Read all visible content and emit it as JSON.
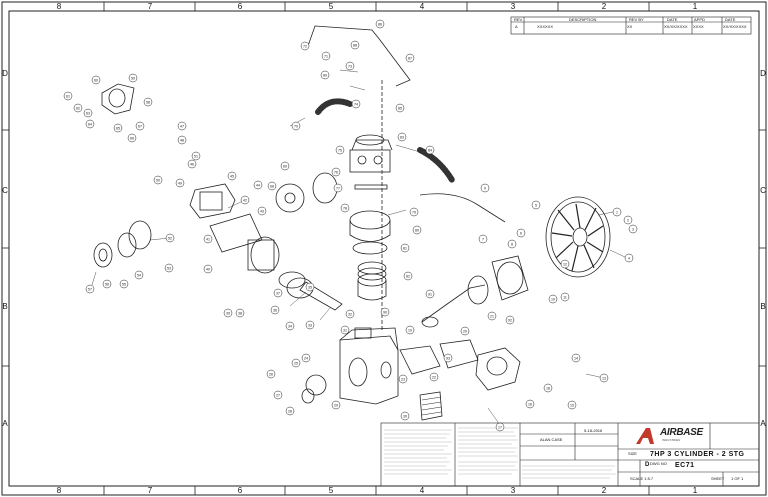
{
  "zones": {
    "columns": [
      "8",
      "7",
      "6",
      "5",
      "4",
      "3",
      "2",
      "1"
    ],
    "rows": [
      "D",
      "C",
      "B",
      "A"
    ]
  },
  "revision_table": {
    "headers": [
      "REV",
      "DESCRIPTION",
      "REV BY",
      "DATE",
      "APPD",
      "DATE"
    ],
    "row": [
      "A",
      "XXXXXX",
      "XX",
      "XX/XX/XXXX",
      "XXXX",
      "XX/XX/XXXX"
    ]
  },
  "title_block": {
    "company": "AIRBASE",
    "company_sub": "INDUSTRIES",
    "title": "7HP 3 CYLINDER - 2 STG",
    "dwg_no": "EC71",
    "size": "D",
    "sheet": "1 OF 1",
    "drawn_by": "ALAN CASE",
    "drawn_date": "5-18-2016",
    "sheet_label": "SHEET",
    "size_label": "SIZE",
    "dwg_label": "DWG NO",
    "scale": "SCALE 1:5.7"
  },
  "part_numbers": [
    "1",
    "2",
    "3",
    "4",
    "5",
    "6",
    "7",
    "8",
    "9",
    "10",
    "11",
    "12",
    "13",
    "14",
    "15",
    "16",
    "17",
    "18",
    "19",
    "20",
    "21",
    "22",
    "23",
    "24",
    "25",
    "26",
    "27",
    "28",
    "29",
    "30",
    "31",
    "32",
    "33",
    "34",
    "35",
    "36",
    "37",
    "38",
    "39",
    "40",
    "41",
    "42",
    "43",
    "44",
    "45",
    "46",
    "47",
    "48",
    "49",
    "50",
    "51",
    "52",
    "53",
    "54",
    "55",
    "56",
    "57",
    "58",
    "59",
    "60",
    "61",
    "62",
    "63",
    "64",
    "65",
    "66",
    "67",
    "68",
    "69",
    "70",
    "71",
    "72",
    "73",
    "74",
    "75",
    "76",
    "77",
    "78",
    "79",
    "80",
    "81",
    "82",
    "83",
    "84",
    "85",
    "86",
    "87",
    "88",
    "89",
    "90",
    "91",
    "92",
    "93",
    "94",
    "95",
    "96",
    "97",
    "98"
  ]
}
